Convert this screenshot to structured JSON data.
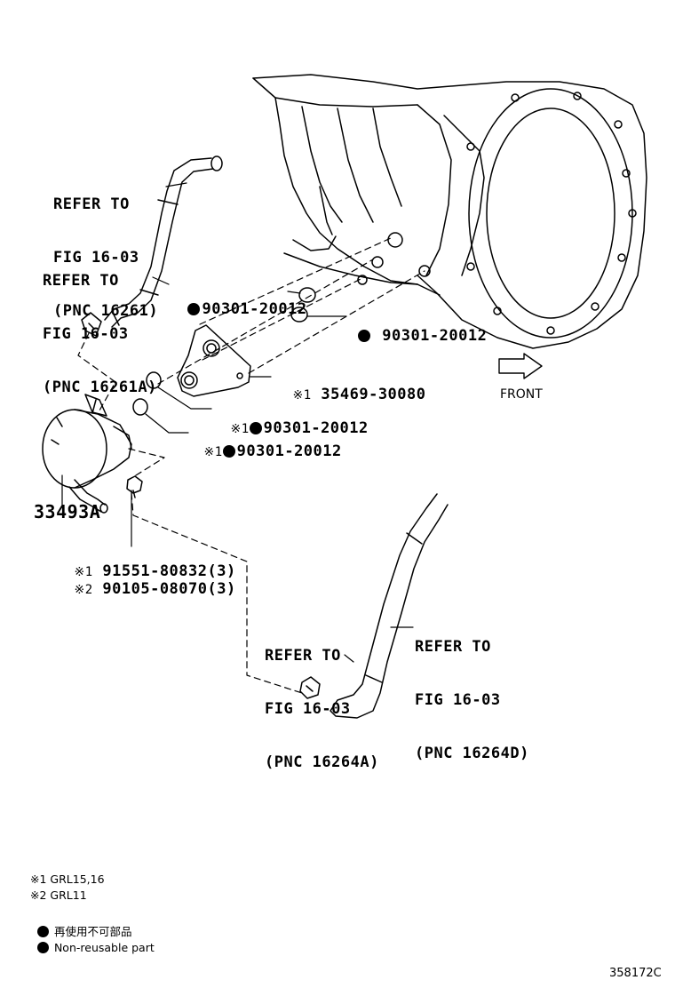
{
  "callouts": {
    "refer_hose_top": [
      "REFER TO",
      "FIG 16-03",
      "(PNC 16261)"
    ],
    "refer_clamp_top": [
      "REFER TO",
      "FIG 16-03",
      "(PNC 16261A)"
    ],
    "refer_clamp_bottom": [
      "REFER TO",
      "FIG 16-03",
      "(PNC 16264A)"
    ],
    "refer_hose_bottom": [
      "REFER TO",
      "FIG 16-03",
      "(PNC 16264D)"
    ]
  },
  "parts": {
    "oring_upper_left": "90301-20012",
    "oring_upper_right": "90301-20012",
    "adapter_mark": "※1",
    "adapter": "35469-30080",
    "oring_mid_mark": "※1",
    "oring_mid": "90301-20012",
    "oring_low_mark": "※1",
    "oring_low": "90301-20012",
    "cooler": "33493A",
    "bolt1_mark": "※1",
    "bolt1": "91551-80832(3)",
    "bolt2_mark": "※2",
    "bolt2": "90105-08070(3)"
  },
  "front_label": "FRONT",
  "legend": {
    "note1": "※1 GRL15,16",
    "note2": "※2 GRL11",
    "nonreusable_jp": "再使用不可部品",
    "nonreusable_en": "Non-reusable part"
  },
  "figure_id": "358172C"
}
